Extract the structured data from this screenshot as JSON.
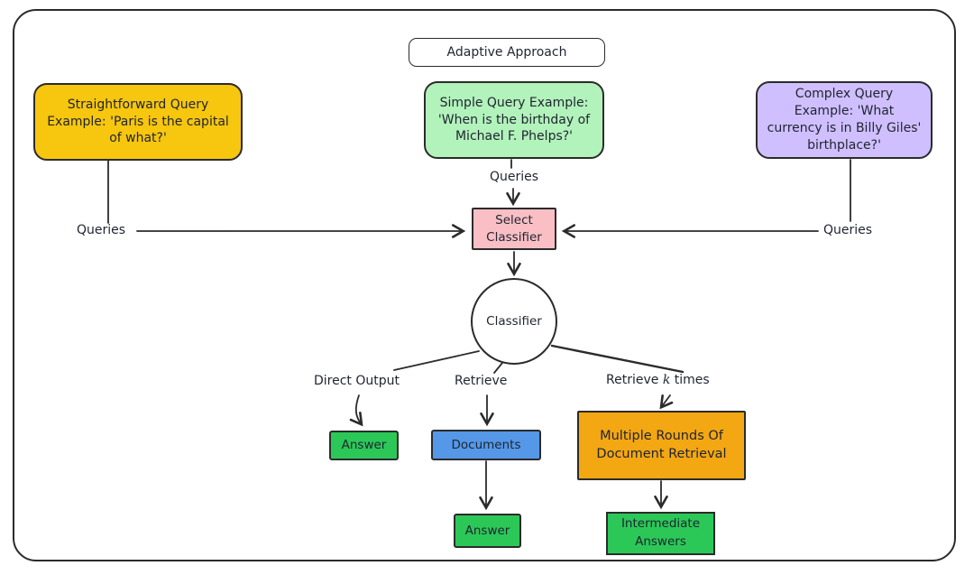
{
  "title": {
    "label": "Adaptive Approach"
  },
  "examples": {
    "straightforward": {
      "label": "Straightforward Query Example: 'Paris is the capital of what?'",
      "color": "#F7C60E"
    },
    "simple": {
      "label": "Simple Query Example: 'When is the birthday of Michael F. Phelps?'",
      "color": "#B2F2BB"
    },
    "complex": {
      "label": "Complex Query Example: 'What currency is in Billy Giles' birthplace?'",
      "color": "#D0BFFF"
    }
  },
  "flow": {
    "queries_top": "Queries",
    "queries_left": "Queries",
    "queries_right": "Queries",
    "select_classifier": {
      "label": "Select Classifier",
      "color": "#F9BFC5"
    },
    "classifier": {
      "label": "Classifier"
    },
    "branches": {
      "direct_output": "Direct Output",
      "retrieve": "Retrieve",
      "retrieve_k": {
        "pre": "Retrieve ",
        "k": "k",
        "post": " times"
      }
    },
    "nodes": {
      "answer_direct": {
        "label": "Answer",
        "color": "#2BC858"
      },
      "documents": {
        "label": "Documents",
        "color": "#5598E8"
      },
      "multi_rounds": {
        "label": "Multiple Rounds Of Document Retrieval",
        "color": "#F3A712"
      },
      "answer_retrieve": {
        "label": "Answer",
        "color": "#2BC858"
      },
      "intermediate_answers": {
        "label": "Intermediate Answers",
        "color": "#2BC858"
      }
    },
    "stroke_color": "#2b2b2b"
  }
}
